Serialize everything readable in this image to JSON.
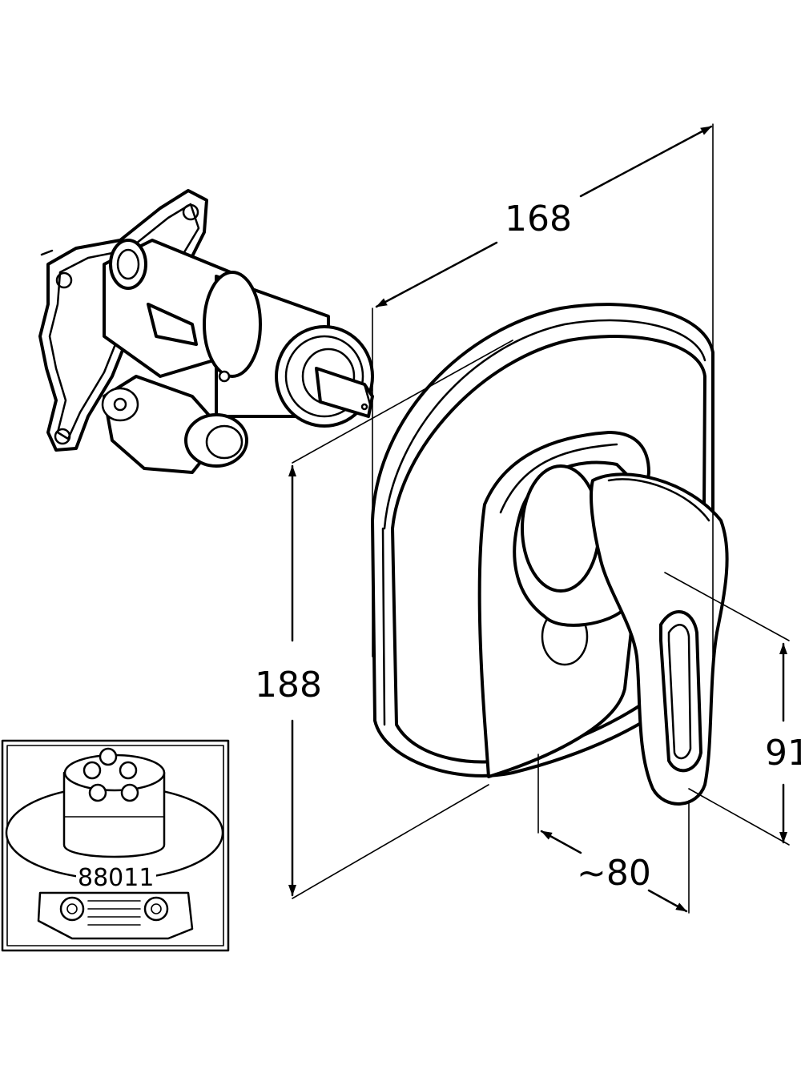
{
  "dimensions": {
    "width": "168",
    "height": "188",
    "depth": "~80",
    "lever_height": "91"
  },
  "inset": {
    "label": "88011"
  },
  "colors": {
    "line": "#000000",
    "background": "#ffffff"
  }
}
